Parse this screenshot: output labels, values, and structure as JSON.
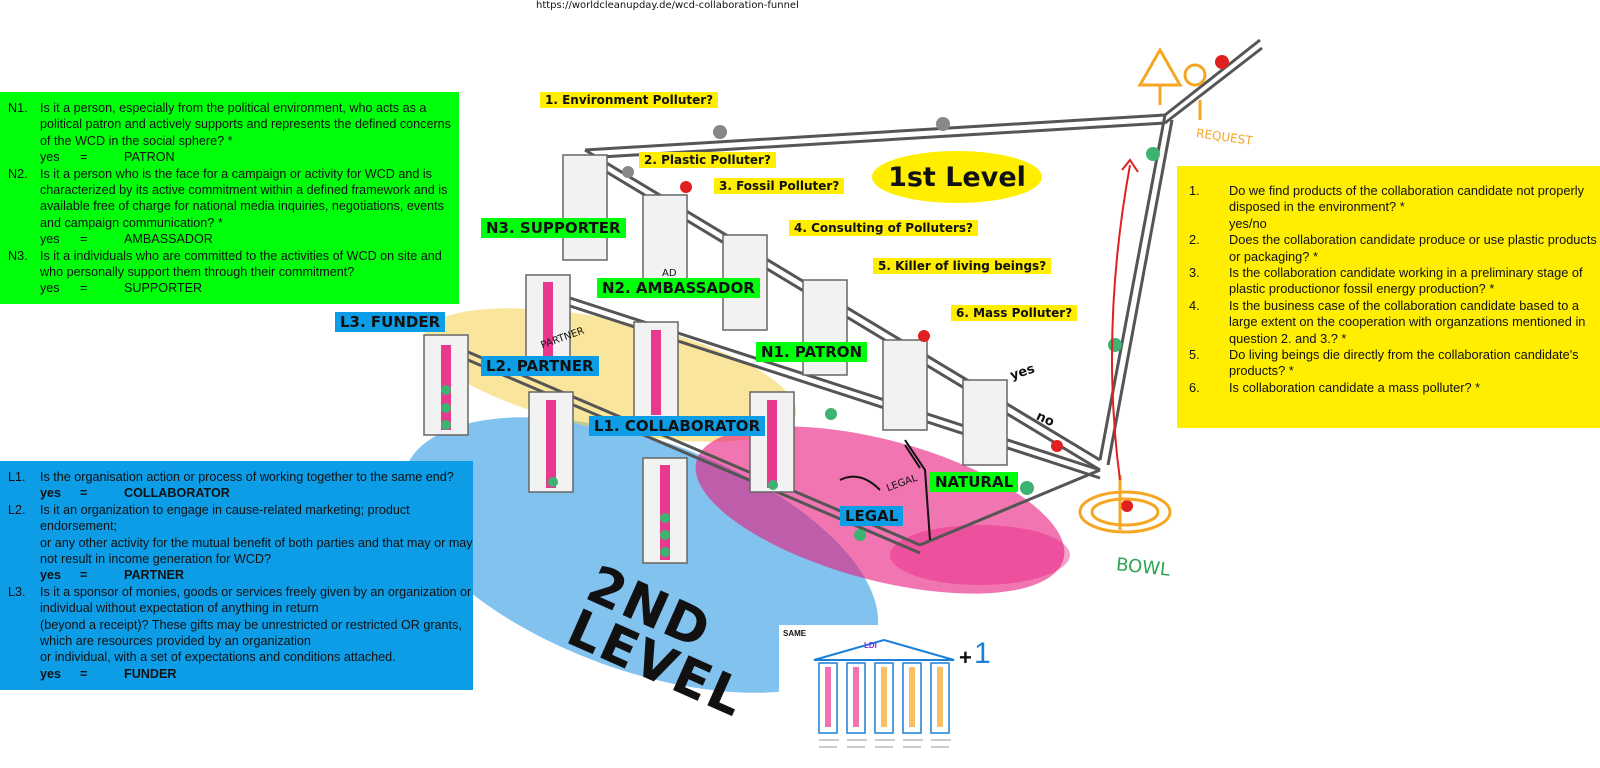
{
  "url": "https://worldcleanupday.de/wcd-collaboration-funnel",
  "panels": {
    "n": {
      "items": [
        {
          "num": "N1.",
          "text": "Is it a person, especially from the political environment, who acts as a political patron and actively supports and represents the defined concerns of the WCD in the social sphere? *",
          "yes": "yes",
          "eq": "=",
          "role": "PATRON"
        },
        {
          "num": "N2.",
          "text": "Is it a person who is the face for a campaign or activity for WCD and is characterized by its active commitment within a defined framework and is available free of charge for national media inquiries, negotiations, events and campaign communication? *",
          "yes": "yes",
          "eq": "=",
          "role": "AMBASSADOR"
        },
        {
          "num": "N3.",
          "text": "Is it a individuals who are committed to the activities of WCD on site and who personally support them through their commitment?",
          "yes": "yes",
          "eq": "=",
          "role": "SUPPORTER"
        }
      ]
    },
    "l": {
      "items": [
        {
          "num": "L1.",
          "text": "Is the organisation action or process of working together to the same end?",
          "yes": "yes",
          "eq": "=",
          "role": "COLLABORATOR"
        },
        {
          "num": "L2.",
          "text": "Is it an organization to engage in cause-related marketing; product endorsement;",
          "text2": "or any other activity for the mutual benefit of both parties and that may or may not result in income generation for WCD?",
          "yes": "yes",
          "eq": "=",
          "role": "PARTNER"
        },
        {
          "num": "L3.",
          "text": "Is it a sponsor of monies, goods or services freely given by an organization or individual without expectation of anything in return",
          "text2": "(beyond a receipt)? These gifts may be unrestricted or restricted OR grants, which are resources provided by an organization",
          "text3": "or individual, with a set of expectations and conditions attached.",
          "yes": "yes",
          "eq": "=",
          "role": "FUNDER"
        }
      ]
    },
    "q": {
      "items": [
        {
          "num": "1.",
          "text": "Do we find products of the collaboration candidate not properly disposed in the environment? *",
          "text2": "yes/no"
        },
        {
          "num": "2.",
          "text": "Does the collaboration candidate produce or use plastic products or packaging? *"
        },
        {
          "num": "3.",
          "text": "Is the collaboration candidate working in a preliminary stage of plastic productionor fossil energy production? *"
        },
        {
          "num": "4.",
          "text": "Is the business case of the collaboration candidate based to a large extent on the cooperation with organzations mentioned in question 2. and 3.? *"
        },
        {
          "num": "5.",
          "text": "Do living beings die directly from the collaboration candidate's products? *"
        },
        {
          "num": "6.",
          "text": "Is collaboration candidate a mass polluter? *"
        }
      ]
    }
  },
  "labels": {
    "q1": "1. Environment Polluter?",
    "q2": "2. Plastic Polluter?",
    "q3": "3. Fossil Polluter?",
    "q4": "4. Consulting of Polluters?",
    "q5": "5. Killer of living beings?",
    "q6": "6. Mass Polluter?",
    "first_level": "1st Level",
    "second_level_1": "2ND",
    "second_level_2": "LEVEL",
    "n3": "N3. SUPPORTER",
    "n2": "N2. AMBASSADOR",
    "n1": "N1. PATRON",
    "l3": "L3. FUNDER",
    "l2": "L2. PARTNER",
    "l1": "L1. COLLABORATOR",
    "natural": "NATURAL",
    "legal": "LEGAL",
    "request": "REQUEST",
    "bowl": "BOWL",
    "yes": "yes",
    "no": "no",
    "partner_hand": "PARTNER",
    "ad_hand": "AD",
    "legal_hand": "LEGAL"
  },
  "poster": {
    "same": "SAME",
    "ldi": "LDI",
    "plus": "+",
    "one": "1"
  },
  "colors": {
    "green": "#00ff0a",
    "blue": "#0d9de6",
    "yellow": "#ffee00",
    "pink": "#e8197d",
    "orange": "#f5a623",
    "red": "#e02020"
  }
}
